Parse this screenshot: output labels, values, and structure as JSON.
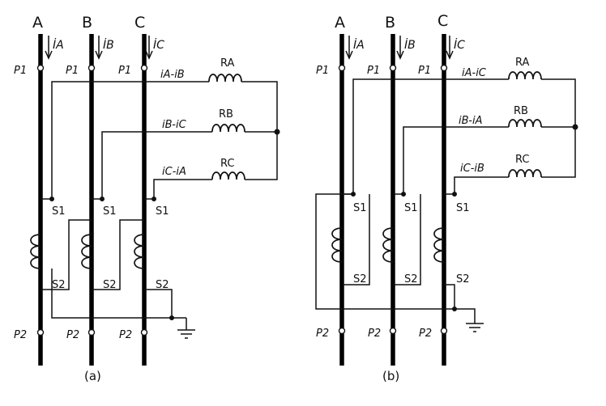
{
  "diagrams": [
    {
      "caption": "(a)",
      "phases": [
        "A",
        "B",
        "C"
      ],
      "phase_currents": [
        "İA",
        "İB",
        "İC"
      ],
      "terminal_top": "P1",
      "terminal_bottom": "P2",
      "secondary_top": "S1",
      "secondary_bottom": "S2",
      "relays": [
        {
          "name": "RA",
          "current": "iA-iB"
        },
        {
          "name": "RB",
          "current": "iB-iC"
        },
        {
          "name": "RC",
          "current": "iC-iA"
        }
      ]
    },
    {
      "caption": "(b)",
      "phases": [
        "A",
        "B",
        "C"
      ],
      "phase_currents": [
        "İA",
        "İB",
        "İC"
      ],
      "terminal_top": "P1",
      "terminal_bottom": "P2",
      "secondary_top": "S1",
      "secondary_bottom": "S2",
      "relays": [
        {
          "name": "RA",
          "current": "iA-iC"
        },
        {
          "name": "RB",
          "current": "iB-iA"
        },
        {
          "name": "RC",
          "current": "iC-iB"
        }
      ]
    }
  ]
}
